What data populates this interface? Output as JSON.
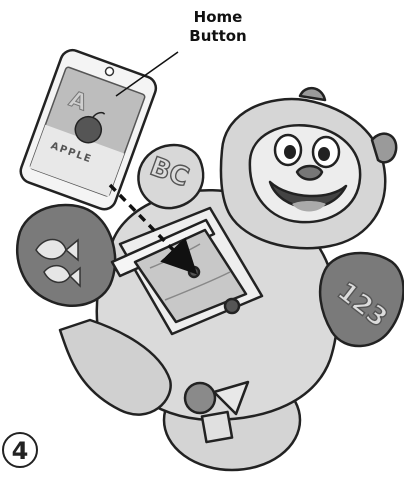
{
  "callout": {
    "line1": "Home",
    "line2": "Button"
  },
  "phone": {
    "screen_letter": "A",
    "screen_word": "APPLE"
  },
  "toy": {
    "shoulder_letters": "BC",
    "paw_numbers": "123"
  },
  "step": {
    "number": "4"
  },
  "colors": {
    "outline": "#222222",
    "body_gray": "#d9d9d9",
    "paw_dark": "#7a7a7a",
    "arrow": "#111111"
  }
}
